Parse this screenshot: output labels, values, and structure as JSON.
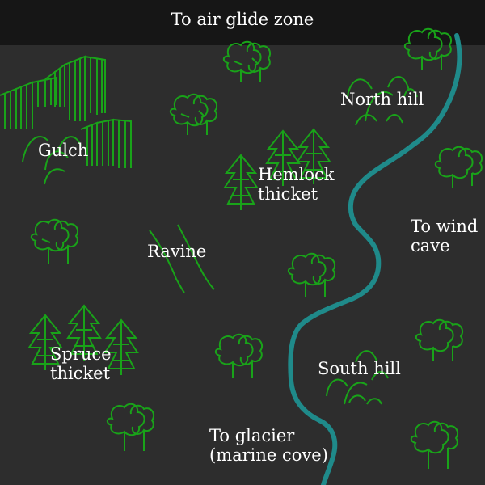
{
  "map": {
    "colors": {
      "background": "#2d2d2d",
      "top_bar": "#161616",
      "vegetation": "#19a319",
      "river": "#1f8a8a",
      "text": "#ffffff"
    },
    "exits": {
      "north": "To air glide zone",
      "east": "To wind\ncave",
      "south": "To glacier\n(marine cove)"
    },
    "areas": {
      "gulch": "Gulch",
      "north_hill": "North hill",
      "hemlock": "Hemlock\nthicket",
      "ravine": "Ravine",
      "spruce": "Spruce\nthicket",
      "south_hill": "South hill"
    }
  }
}
